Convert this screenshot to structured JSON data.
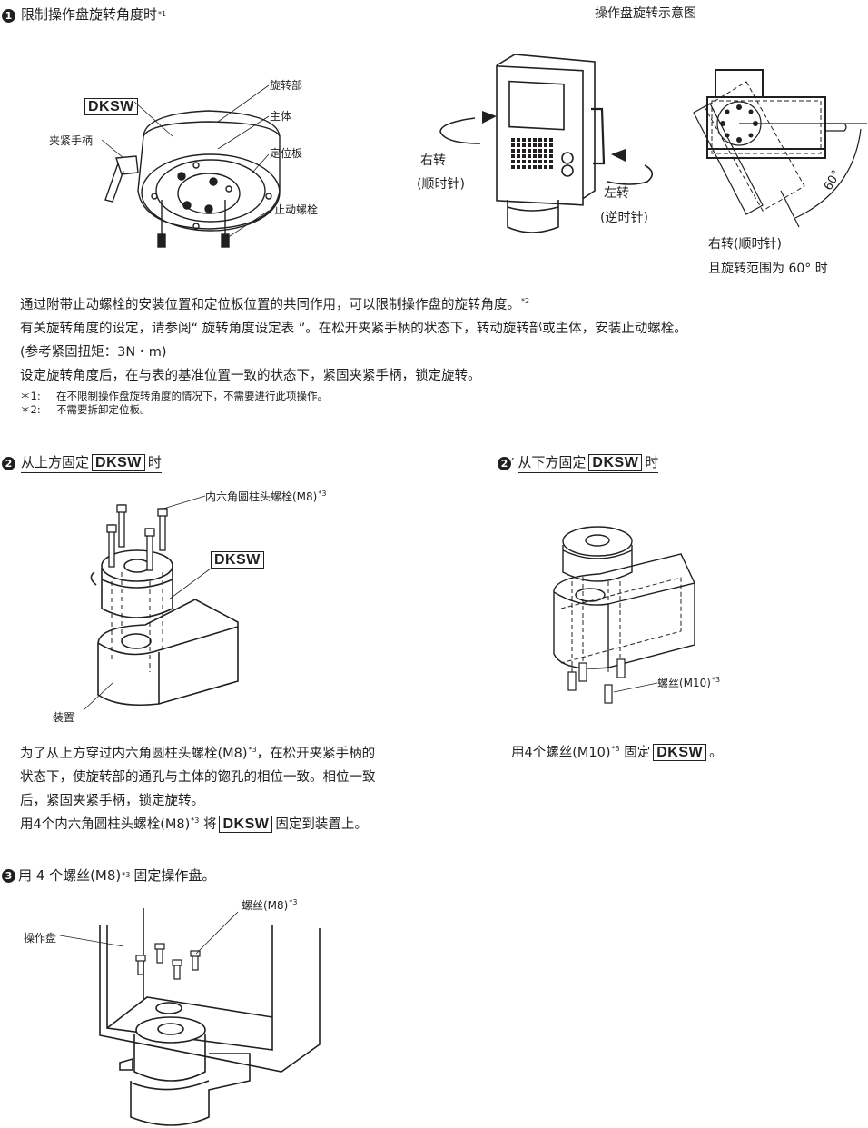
{
  "section1": {
    "number": "1",
    "title": "限制操作盘旋转角度时",
    "title_sup": "*1",
    "figure_left": {
      "product_tag": "DKSW",
      "labels": {
        "rotating_part": "旋转部",
        "main_body": "主体",
        "positioning_plate": "定位板",
        "clamp_handle": "夹紧手柄",
        "stop_bolt": "止动螺栓"
      }
    },
    "figure_right": {
      "caption": "操作盘旋转示意图",
      "right_turn": "右转",
      "right_turn_sub": "(顺时针)",
      "left_turn": "左转",
      "left_turn_sub": "(逆时针)",
      "angle_label": "60°",
      "bottom_line1": "右转(顺时针)",
      "bottom_line2": "且旋转范围为 60° 时"
    },
    "paragraphs": [
      "通过附带止动螺栓的安装位置和定位板位置的共同作用，可以限制操作盘的旋转角度。",
      "有关旋转角度的设定，请参阅“ 旋转角度设定表 ”。在松开夹紧手柄的状态下，转动旋转部或主体，安装止动螺栓。",
      "(参考紧固扭矩：3N・m)",
      "设定旋转角度后，在与表的基准位置一致的状态下，紧固夹紧手柄，锁定旋转。"
    ],
    "paragraph1_sup": "*2",
    "notes": [
      {
        "key": "＊1:",
        "text": "在不限制操作盘旋转角度的情况下，不需要进行此项操作。"
      },
      {
        "key": "＊2:",
        "text": "不需要拆卸定位板。"
      }
    ]
  },
  "section2": {
    "number": "2",
    "title_prefix": "从上方固定",
    "product_tag": "DKSW",
    "title_suffix": "时",
    "labels": {
      "bolt": "内六角圆柱头螺栓(M8)",
      "bolt_sup": "*3",
      "device": "装置",
      "product_tag": "DKSW"
    },
    "text_lines": [
      "为了从上方穿过内六角圆柱头螺栓(M8)",
      "，在松开夹紧手柄的",
      "状态下，使旋转部的通孔与主体的锪孔的相位一致。相位一致",
      "后，紧固夹紧手柄，锁定旋转。"
    ],
    "text_sup": "*3",
    "last_line_prefix": "用4个内六角圆柱头螺栓(M8)",
    "last_line_mid": "将",
    "last_line_suffix": "固定到装置上。"
  },
  "section2b": {
    "number": "2",
    "prime": "′",
    "title_prefix": "从下方固定",
    "product_tag": "DKSW",
    "title_suffix": "时",
    "labels": {
      "screw": "螺丝(M10)",
      "screw_sup": "*3"
    },
    "text_prefix": "用4个螺丝(M10)",
    "text_sup": "*3",
    "text_mid": "固定",
    "text_suffix": "。"
  },
  "section3": {
    "number": "3",
    "title": "用 4 个螺丝(M8)",
    "title_sup": "*3",
    "title_suffix": "固定操作盘。",
    "labels": {
      "panel": "操作盘",
      "screw": "螺丝(M8)",
      "screw_sup": "*3"
    }
  }
}
